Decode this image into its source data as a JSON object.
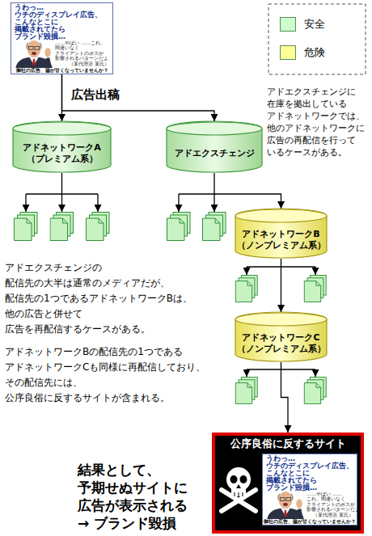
{
  "diagram": {
    "nodes": [
      {
        "text": [
          "うわっ… ウチのディスプレイ広告、 こんなとこに 掲載されてたら ブランド毀損…",
          "……やばい ……これ、間違いなく クライアントのボスが 影響されるパターンだよ",
          "（某代理店 某氏）",
          "御社の広告、脇が甘くなっていませんか？"
        ]
      },
      {
        "text": [
          "アドネットワークA （プレミアム系）"
        ]
      },
      {
        "text": [
          "アドエクスチェンジ"
        ]
      },
      {
        "text": [
          "アドネットワークB （ノンプレミアム系）"
        ]
      },
      {
        "text": [
          "アドネットワークC （ノンプレミアム系）"
        ]
      },
      {
        "text": [
          "公序良俗に反するサイト"
        ]
      },
      {
        "text": [
          "うわっ… ウチのディスプレイ広告、 こんなとこに 掲載されてたら ブランド毀損…",
          "……やばい ……これ、間違いなく クライアントのボスが 影響されるパターンだよ",
          "（某代理店 某氏）",
          "御社の広告、脇が甘くなっていませんか？"
        ],
        "in": 5
      }
    ],
    "edges": [
      {
        "from": 0,
        "to": 1,
        "arrow": "to"
      },
      {
        "from": 0,
        "to": 2,
        "arrow": "to"
      },
      {
        "from": 2,
        "to": 3,
        "arrow": "to"
      },
      {
        "from": 3,
        "to": 4,
        "arrow": "to"
      },
      {
        "from": 4,
        "to": 5,
        "arrow": "to"
      }
    ],
    "labels": [
      "広告出稿",
      "アドエクスチェンジに 在庫を拠出している アドネットワークでは、 他のアドネットワークに 広告の再配信を行って いるケースがある。",
      "アドエクスチェンジの 配信先の大半は通常のメディアだが、 配信先の1つであるアドネットワークBは、 他の広告と併せて 広告を再配信するケースがある。",
      "アドネットワークBの配信先の1つである アドネットワークCも同様に再配信しており、 その配信先には、 公序良俗に反するサイトが含まれる。",
      "結果として、 予期せぬサイトに 広告が表示される → ブランド毀損"
    ],
    "legend": [
      {
        "text": "安全",
        "color": "#ccffcc"
      },
      {
        "text": "危険",
        "color": "#ffff99"
      }
    ]
  }
}
